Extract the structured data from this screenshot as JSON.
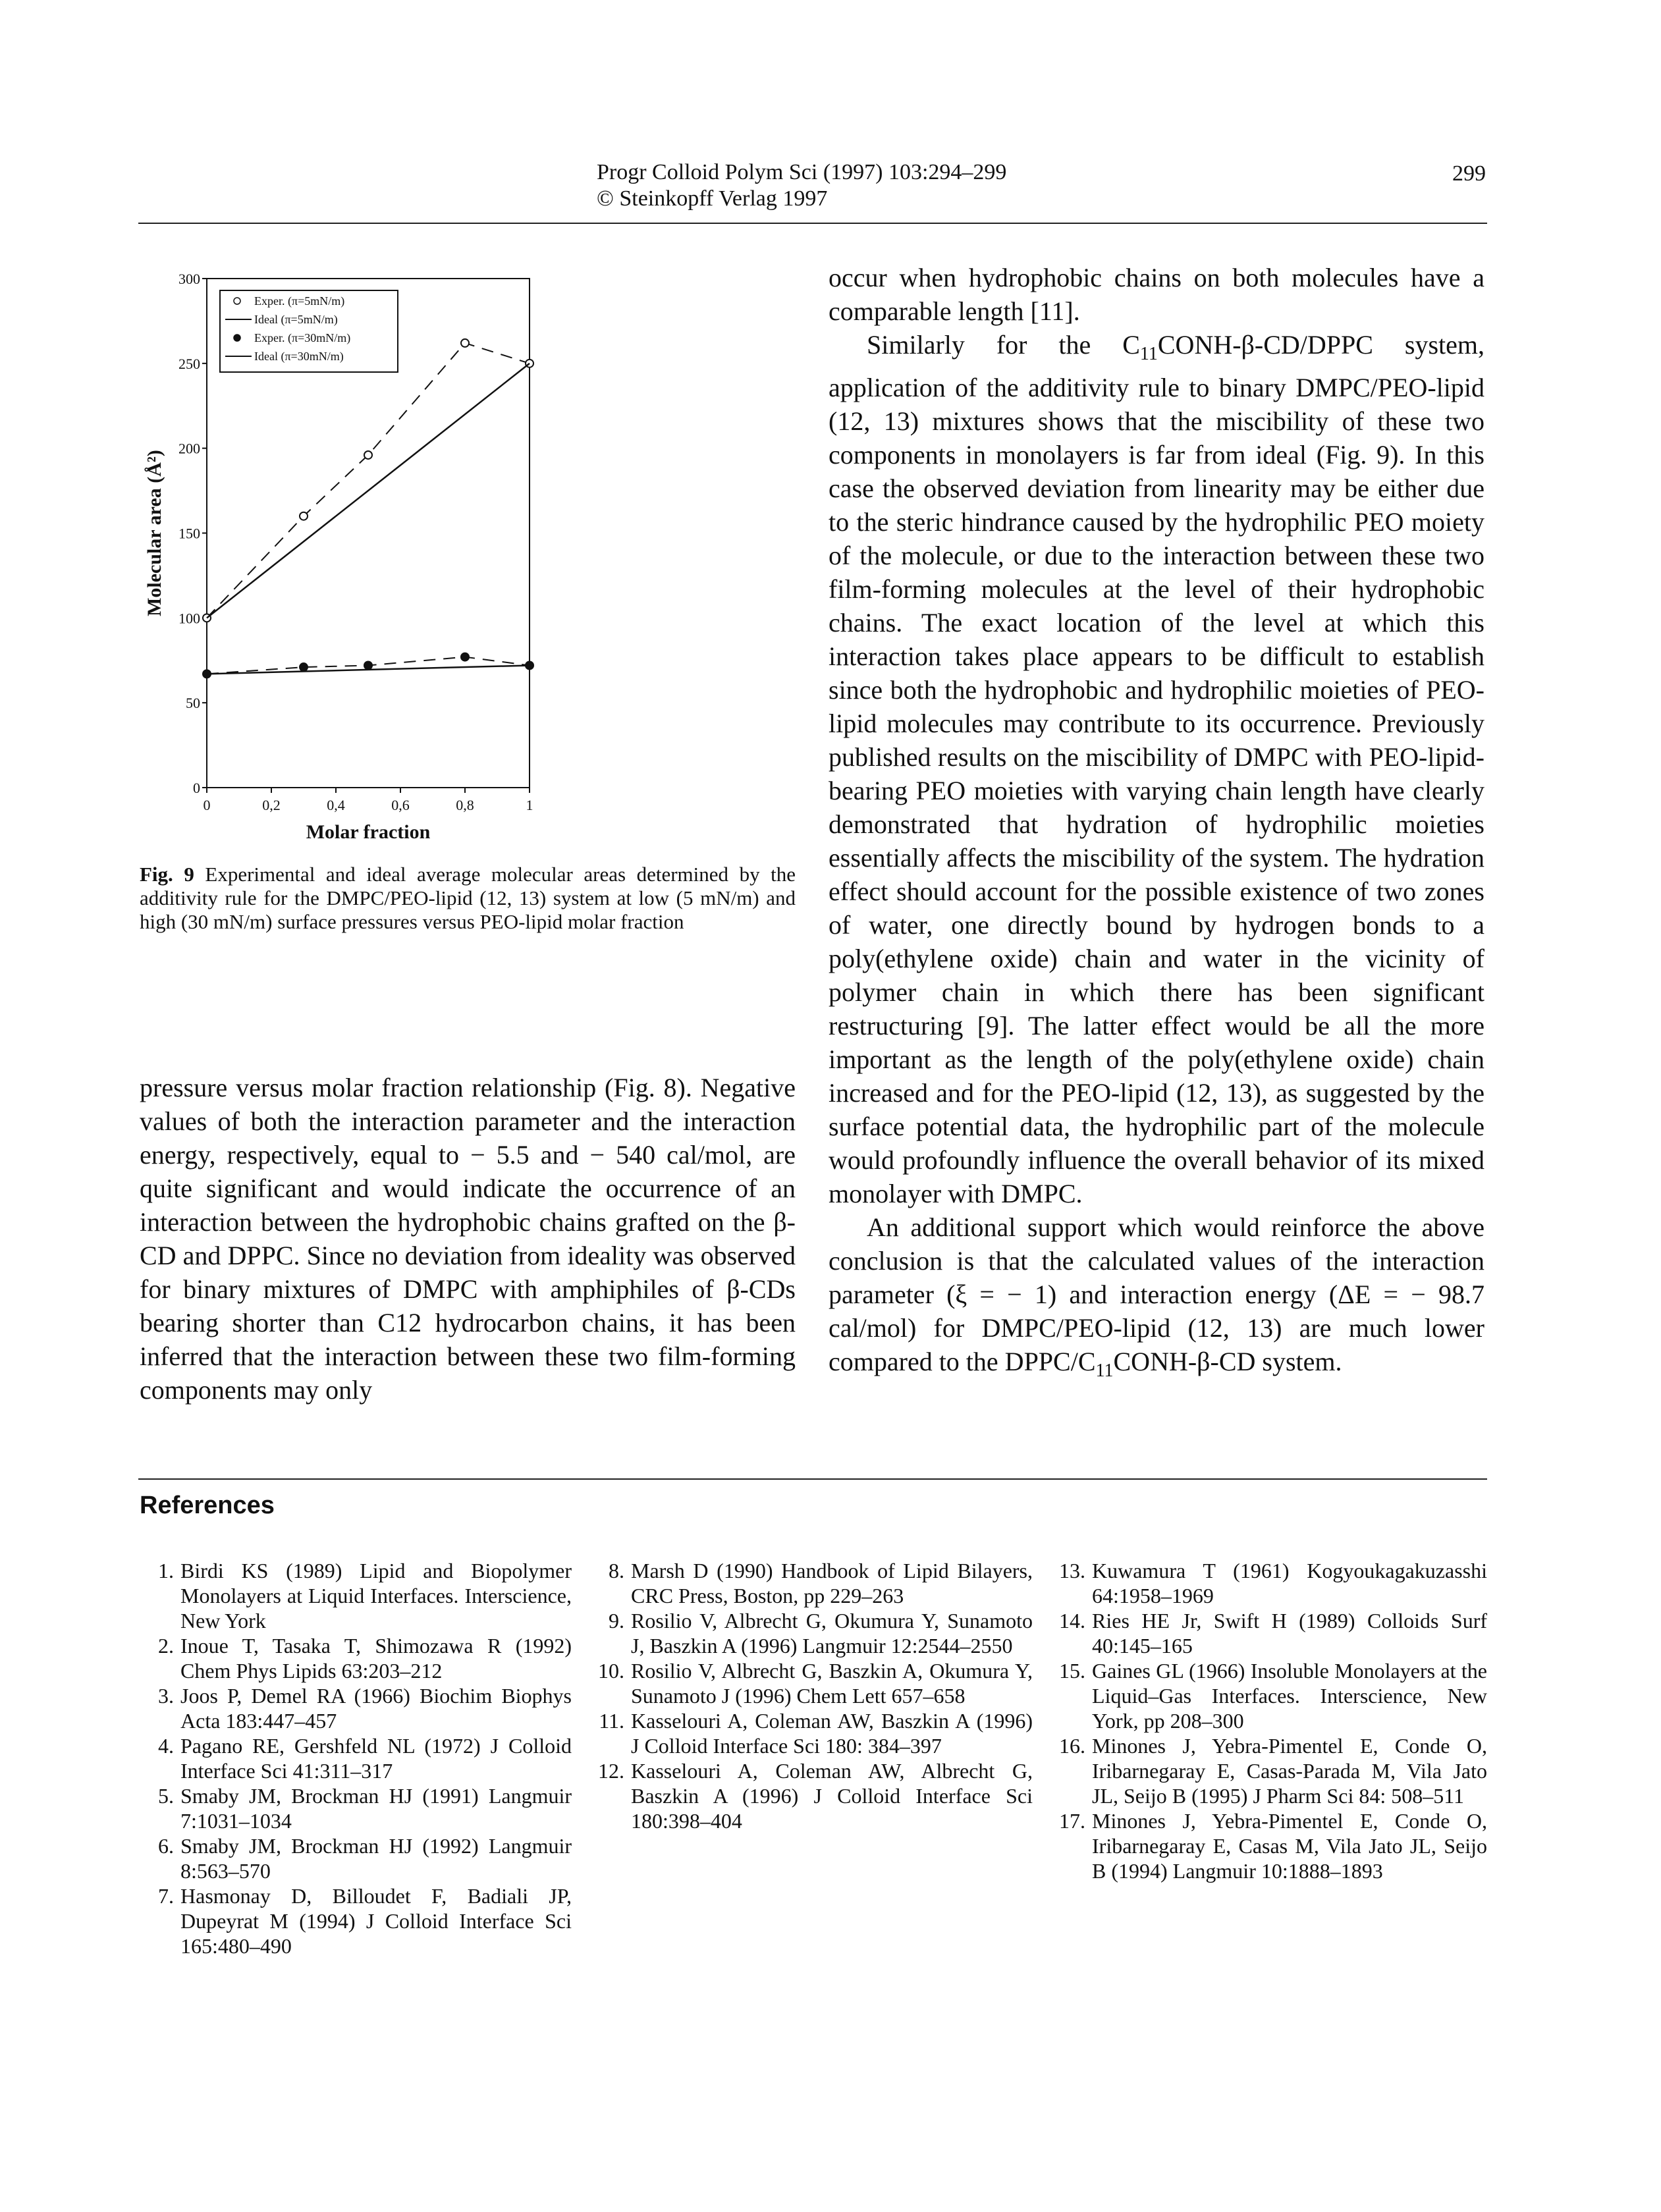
{
  "header": {
    "journal_line1": "Progr Colloid Polym Sci (1997) 103:294–299",
    "journal_line2": "© Steinkopff Verlag 1997",
    "page_number": "299"
  },
  "figure": {
    "caption_label": "Fig. 9",
    "caption_text": " Experimental and ideal average molecular areas determined by the additivity rule for the DMPC/PEO-lipid (12, 13) system at low (5 mN/m) and high (30 mN/m) surface pressures versus PEO-lipid molar fraction"
  },
  "chart_data": {
    "type": "line",
    "xlabel": "Molar fraction",
    "ylabel": "Molecular area (Å²)",
    "xlim": [
      0,
      1
    ],
    "ylim": [
      0,
      300
    ],
    "x_ticks": [
      "0",
      "0,2",
      "0,4",
      "0,6",
      "0,8",
      "1"
    ],
    "y_ticks": [
      "0",
      "50",
      "100",
      "150",
      "200",
      "250",
      "300"
    ],
    "legend_position": "top-left",
    "series": [
      {
        "name": "Exper. (π=5mN/m)",
        "style": "dashed-open-circles",
        "x": [
          0,
          0.3,
          0.5,
          0.8,
          1
        ],
        "y": [
          100,
          160,
          196,
          262,
          250
        ]
      },
      {
        "name": "Ideal (π=5mN/m)",
        "style": "solid",
        "x": [
          0,
          1
        ],
        "y": [
          100,
          250
        ]
      },
      {
        "name": "Exper. (π=30mN/m)",
        "style": "dashed-filled-circles",
        "x": [
          0,
          0.3,
          0.5,
          0.8,
          1
        ],
        "y": [
          67,
          71,
          72,
          77,
          72
        ]
      },
      {
        "name": "Ideal (π=30mN/m)",
        "style": "solid",
        "x": [
          0,
          1
        ],
        "y": [
          67,
          72
        ]
      }
    ]
  },
  "left_column": {
    "p1": "pressure versus molar fraction relationship (Fig. 8). Negative values of both the interaction parameter and the interaction energy, respectively, equal to − 5.5 and − 540 cal/mol, are quite significant and would indicate the occurrence of an interaction between the hydrophobic chains grafted on the β-CD and DPPC. Since no deviation from ideality was observed for binary mixtures of DMPC with amphiphiles of β-CDs bearing shorter than C12 hydrocarbon chains, it has been inferred that the interaction between these two film-forming components may only"
  },
  "right_column": {
    "p1": "occur when hydrophobic chains on both molecules have a comparable length [11].",
    "p2_a": "Similarly for the C",
    "p2_sub": "11",
    "p2_b": "CONH-β-CD/DPPC system, application of the additivity rule to binary DMPC/PEO-lipid (12, 13) mixtures shows that the miscibility of these two components in monolayers is far from ideal (Fig. 9). In this case the observed deviation from linearity may be either due to the steric hindrance caused by the hydrophilic PEO moiety of the molecule, or due to the interaction between these two film-forming molecules at the level of their hydrophobic chains. The exact location of the level at which this interaction takes place appears to be difficult to establish since both the hydrophobic and hydrophilic moieties of PEO-lipid molecules may contribute to its occurrence. Previously published results on the miscibility of DMPC with PEO-lipid-bearing PEO moieties with varying chain length have clearly demonstrated that hydration of hydrophilic moieties essentially affects the miscibility of the system. The hydration effect should account for the possible existence of two zones of water, one directly bound by hydrogen bonds to a poly(ethylene oxide) chain and water in the vicinity of polymer chain in which there has been significant restructuring [9]. The latter effect would be all the more important as the length of the poly(ethylene oxide) chain increased and for the PEO-lipid (12, 13), as suggested by the surface potential data, the hydrophilic part of the molecule would profoundly influence the overall behavior of its mixed monolayer with DMPC.",
    "p3_a": "An additional support which would reinforce the above conclusion is that the calculated values of the interaction parameter (ξ = − 1) and interaction energy (ΔE = − 98.7 cal/mol) for DMPC/PEO-lipid (12, 13) are much lower compared to the DPPC/C",
    "p3_sub": "11",
    "p3_b": "CONH-β-CD system."
  },
  "references": {
    "title": "References",
    "items": [
      {
        "n": "1.",
        "t": "Birdi KS (1989) Lipid and Biopolymer Monolayers at Liquid Interfaces. Interscience, New York"
      },
      {
        "n": "2.",
        "t": "Inoue T, Tasaka T, Shimozawa R (1992) Chem Phys Lipids 63:203–212"
      },
      {
        "n": "3.",
        "t": "Joos P, Demel RA (1966) Biochim Biophys Acta 183:447–457"
      },
      {
        "n": "4.",
        "t": "Pagano RE, Gershfeld NL (1972) J Colloid Interface Sci 41:311–317"
      },
      {
        "n": "5.",
        "t": "Smaby JM, Brockman HJ (1991) Langmuir 7:1031–1034"
      },
      {
        "n": "6.",
        "t": "Smaby JM, Brockman HJ (1992) Langmuir 8:563–570"
      },
      {
        "n": "7.",
        "t": "Hasmonay D, Billoudet F, Badiali JP, Dupeyrat M (1994) J Colloid Interface Sci 165:480–490"
      },
      {
        "n": "8.",
        "t": "Marsh D (1990) Handbook of Lipid Bilayers, CRC Press, Boston, pp 229–263"
      },
      {
        "n": "9.",
        "t": "Rosilio V, Albrecht G, Okumura Y, Sunamoto J, Baszkin A (1996) Langmuir 12:2544–2550"
      },
      {
        "n": "10.",
        "t": "Rosilio V, Albrecht G, Baszkin A, Okumura Y, Sunamoto J (1996) Chem Lett 657–658"
      },
      {
        "n": "11.",
        "t": "Kasselouri A, Coleman AW, Baszkin A (1996) J Colloid Interface Sci 180: 384–397"
      },
      {
        "n": "12.",
        "t": "Kasselouri A, Coleman AW, Albrecht G, Baszkin A (1996) J Colloid Interface Sci 180:398–404"
      },
      {
        "n": "13.",
        "t": "Kuwamura T (1961) Kogyoukagakuzasshi 64:1958–1969"
      },
      {
        "n": "14.",
        "t": "Ries HE Jr, Swift H (1989) Colloids Surf 40:145–165"
      },
      {
        "n": "15.",
        "t": "Gaines GL (1966) Insoluble Monolayers at the Liquid–Gas Interfaces. Interscience, New York, pp 208–300"
      },
      {
        "n": "16.",
        "t": "Minones J, Yebra-Pimentel E, Conde O, Iribarnegaray E, Casas-Parada M, Vila Jato JL, Seijo B (1995) J Pharm Sci 84: 508–511"
      },
      {
        "n": "17.",
        "t": "Minones J, Yebra-Pimentel E, Conde O, Iribarnegaray E, Casas M, Vila Jato JL, Seijo B (1994) Langmuir 10:1888–1893"
      }
    ]
  }
}
